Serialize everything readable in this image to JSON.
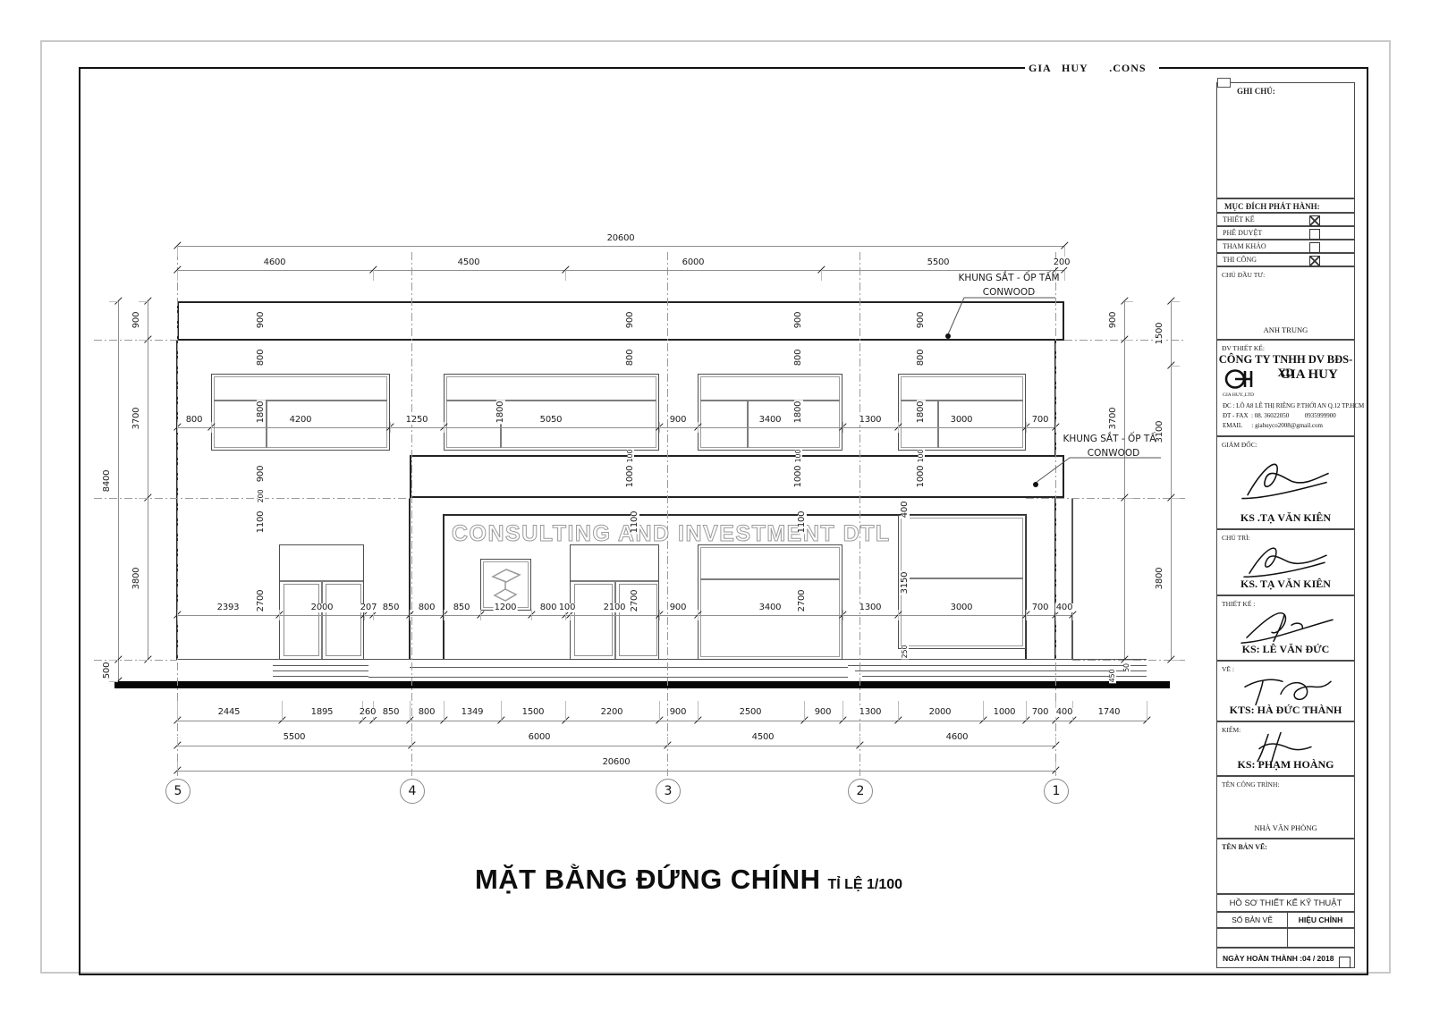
{
  "header": {
    "brand": "GIA   HUY      .CONS"
  },
  "title": {
    "name": "MẶT BẰNG ĐỨNG CHÍNH",
    "scale": "TỈ LỆ 1/100"
  },
  "watermark": "CONSULTING AND INVESTMENT DTL",
  "annotations": {
    "conwood1": {
      "line1": "KHUNG SẮT - ỐP TẤM",
      "line2": "CONWOOD"
    },
    "conwood2": {
      "line1": "KHUNG SẮT - ỐP TẤM",
      "line2": "CONWOOD"
    }
  },
  "grid_labels": [
    "5",
    "4",
    "3",
    "2",
    "1"
  ],
  "dims": {
    "top_total": "20600",
    "top_chain": [
      "4600",
      "4500",
      "6000",
      "5500",
      "200"
    ],
    "upper_chain": [
      "800",
      "4200",
      "1250",
      "5050",
      "900",
      "3400",
      "1300",
      "3000",
      "700"
    ],
    "ground_chain": [
      "2393",
      "2000",
      "207",
      "850",
      "800",
      "850",
      "1200",
      "800",
      "100",
      "2100",
      "900",
      "3400",
      "1300",
      "3000",
      "700",
      "400"
    ],
    "bottom_chain": [
      "2445",
      "1895",
      "260",
      "850",
      "800",
      "1349",
      "1500",
      "2200",
      "900",
      "2500",
      "900",
      "1300",
      "2000",
      "1000",
      "700",
      "400",
      "1740"
    ],
    "bottom_spans": [
      "5500",
      "6000",
      "4500",
      "4600"
    ],
    "bottom_total": "20600",
    "left_outer": [
      "8400",
      "500"
    ],
    "left_inner": [
      "900",
      "3700",
      "3800"
    ],
    "right_inner": [
      "900",
      "3700"
    ],
    "right_outer": [
      "1500",
      "3100",
      "3800"
    ],
    "step_dims": [
      "450",
      "50"
    ],
    "v": {
      "900": "900",
      "800": "800",
      "1800": "1800",
      "200": "200",
      "1100": "1100",
      "2700": "2700",
      "100": "100",
      "1000": "1000",
      "400": "400",
      "3150": "3150",
      "250": "250"
    }
  },
  "titleblock": {
    "notes_label": "GHI CHÚ:",
    "purpose": {
      "header": "MỤC ĐÍCH PHÁT HÀNH:",
      "rows": [
        {
          "label": "THIẾT KẾ",
          "checked": true
        },
        {
          "label": "PHÊ DUYỆT",
          "checked": false
        },
        {
          "label": "THAM KHẢO",
          "checked": false
        },
        {
          "label": "THI CÔNG",
          "checked": true
        }
      ]
    },
    "investor": {
      "label": "CHỦ ĐẦU TƯ:",
      "name": "ANH TRUNG"
    },
    "design_unit": {
      "label": "ĐV THIẾT KẾ:",
      "company_line1": "CÔNG TY TNHH DV BĐS-XD",
      "company_line2": "GIA HUY",
      "logo_caption": "GIA HUY.,LTD",
      "address": "ĐC : LÔ A8 LÊ THỊ RIÊNG P.THỚI AN Q.12 TP.HCM",
      "phone": "ĐT - FAX  : 08. 36022050          0935999900",
      "email": "EMAIL      : giahuyco2008@gmail.com"
    },
    "signers": [
      {
        "label": "GIÁM ĐỐC:",
        "name": "KS .TẠ VĂN KIÊN"
      },
      {
        "label": "CHỦ TRÌ:",
        "name": "KS. TẠ VĂN KIÊN"
      },
      {
        "label": "THIẾT KẾ  :",
        "name": "KS: LÊ VĂN ĐỨC"
      },
      {
        "label": "VẼ :",
        "name": "KTS: HÀ ĐỨC THÀNH"
      },
      {
        "label": "KIỂM:",
        "name": "KS: PHẠM HOÀNG"
      }
    ],
    "project": {
      "label": "TÊN CÔNG TRÌNH:",
      "name": "NHÀ VĂN PHÒNG"
    },
    "drawing_name_label": "TÊN BẢN VẼ:",
    "doc_type": "HỒ SƠ THIẾT KẾ KỸ THUẬT",
    "sheet_no_label": "SỐ BẢN VẼ",
    "revision_label": "HIỆU CHỈNH",
    "completion": {
      "label": "NGÀY HOÀN THÀNH :",
      "date": "04 / 2018"
    }
  }
}
